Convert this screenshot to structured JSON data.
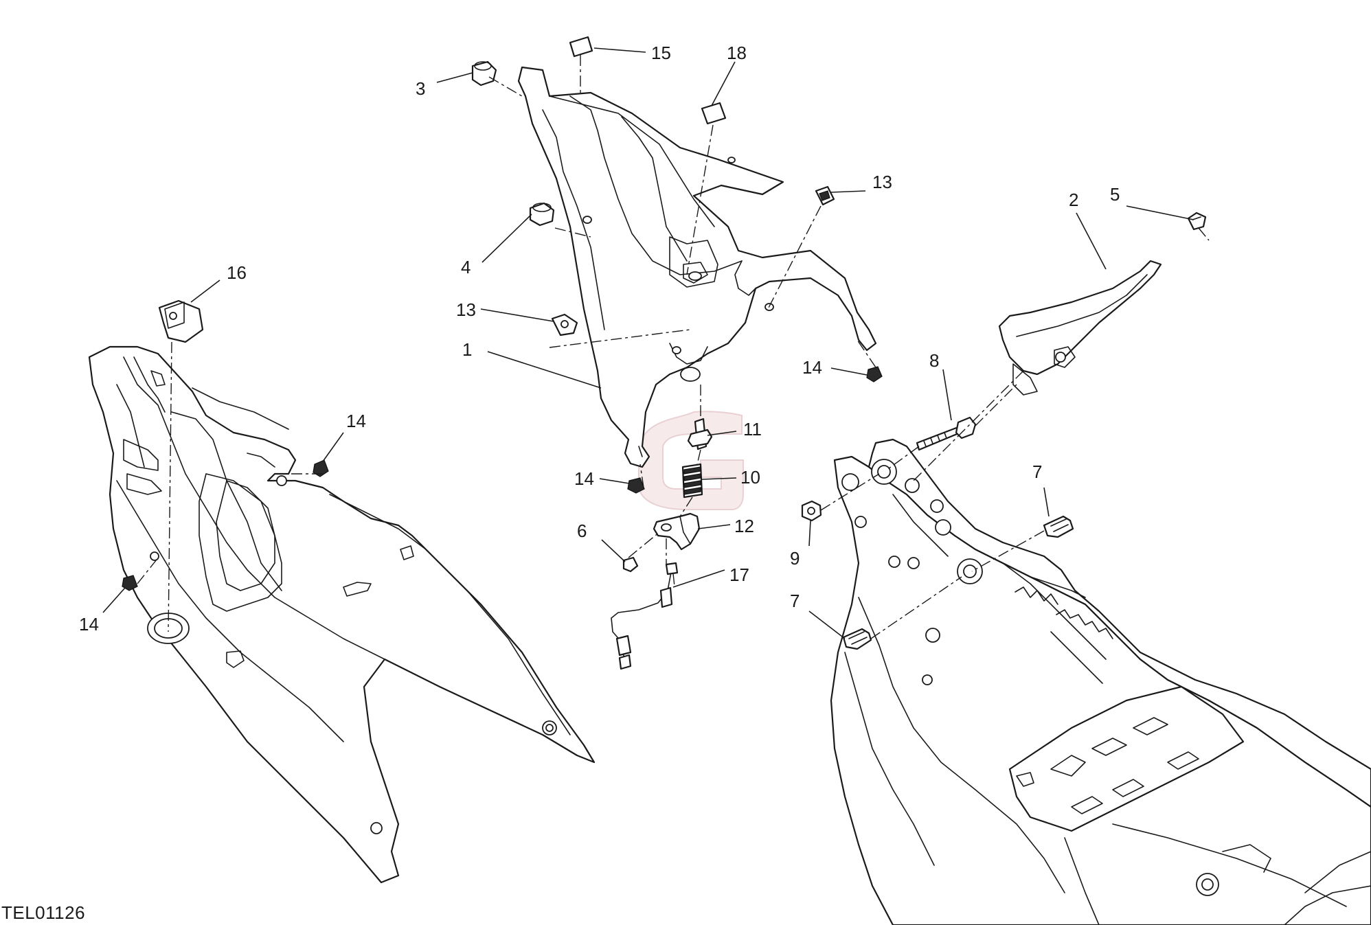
{
  "drawing_code": "TEL01126",
  "callouts": {
    "c1": "1",
    "c2": "2",
    "c3": "3",
    "c4": "4",
    "c5": "5",
    "c6": "6",
    "c7a": "7",
    "c7b": "7",
    "c8": "8",
    "c9": "9",
    "c10": "10",
    "c11": "11",
    "c12": "12",
    "c13a": "13",
    "c13b": "13",
    "c14a": "14",
    "c14b": "14",
    "c14c": "14",
    "c14d": "14",
    "c15": "15",
    "c16": "16",
    "c17": "17",
    "c18": "18"
  },
  "watermark_color": "#d9a3a8"
}
